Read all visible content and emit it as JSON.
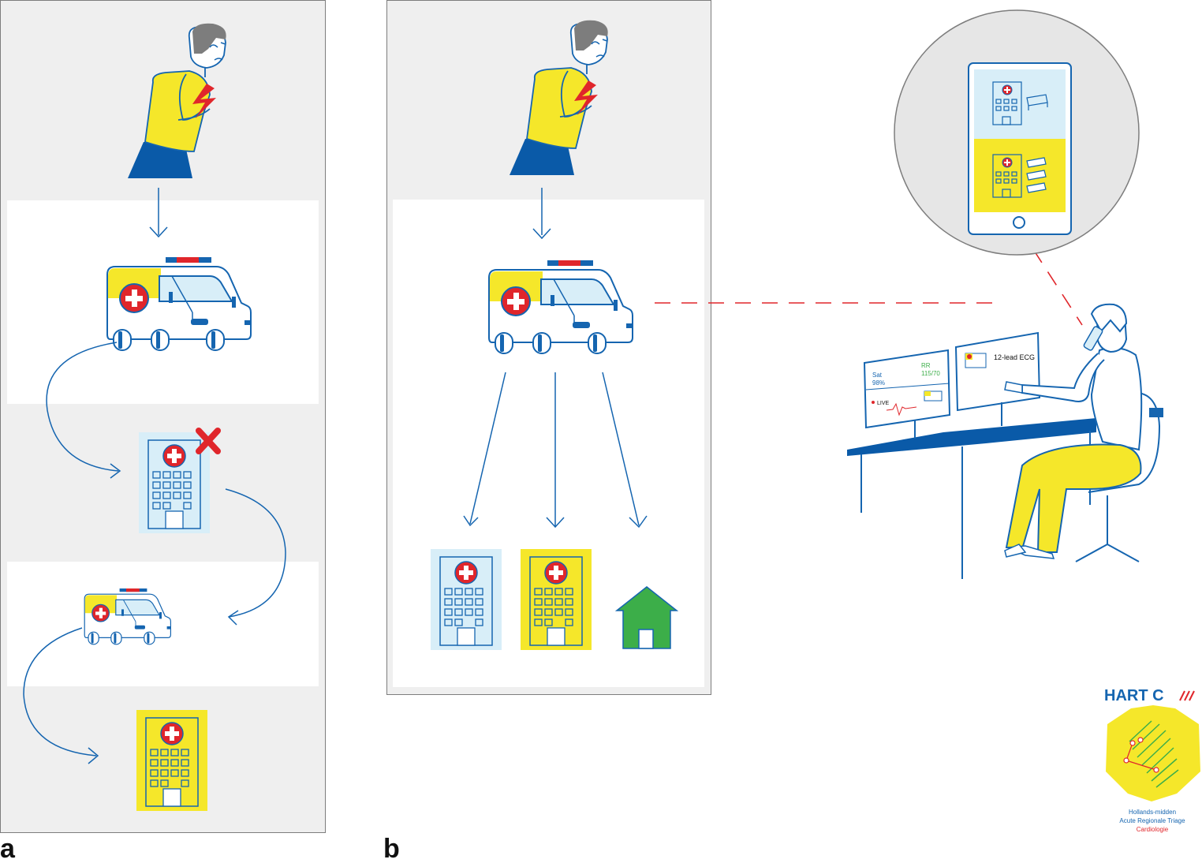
{
  "panels": {
    "a_label": "a",
    "b_label": "b"
  },
  "monitor_left": {
    "sat_label": "Sat",
    "sat_value": "98%",
    "rr_label": "RR",
    "rr_value": "115/70",
    "live_label": "LIVE"
  },
  "monitor_right": {
    "title": "12-lead ECG"
  },
  "logo": {
    "wordmark": "HART C",
    "line1": "Hollands-midden",
    "line2": "Acute Regionale Triage",
    "line3": "Cardiologie"
  },
  "colors": {
    "blue": "#1565b0",
    "dark_blue": "#0a5aa8",
    "yellow": "#f5e72a",
    "light_blue": "#d8eef8",
    "red": "#e0262b",
    "green": "#3cae49",
    "grey_panel": "#efefef",
    "hair": "#7d7d7d"
  },
  "icons": [
    "patient-chest-pain-icon",
    "ambulance-icon",
    "hospital-icon",
    "cross-icon",
    "house-icon",
    "tablet-icon",
    "dispatcher-icon",
    "monitor-icon",
    "desk-icon",
    "chair-icon"
  ]
}
